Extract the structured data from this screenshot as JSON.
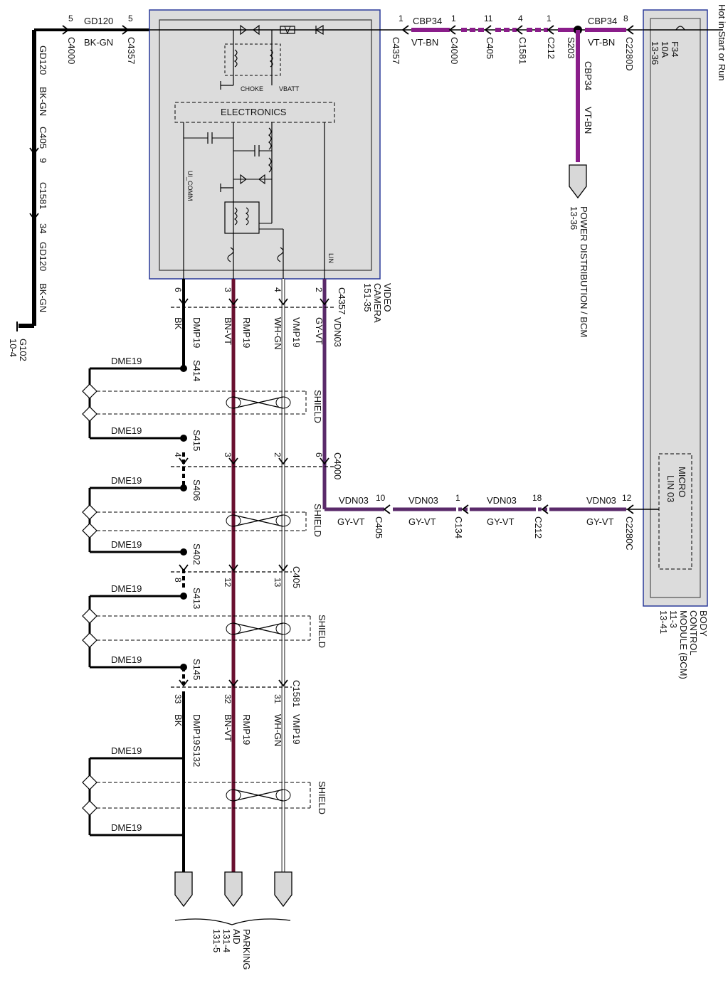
{
  "top": {
    "gd120": "GD120",
    "bk_gn": "BK-GN",
    "pin5a": "5",
    "pin5b": "5",
    "c4000": "C4000",
    "c4357": "C4357",
    "cbp34": "CBP34",
    "vt_bn": "VT-BN",
    "c4357b": "C4357",
    "c4000b": "C4000",
    "c405": "C405",
    "c1581": "C1581",
    "c212": "C212",
    "s203": "S203",
    "c2280d": "C2280D",
    "cbp34b": "CBP34",
    "vt_bn_b": "VT-BN",
    "p1a": "1",
    "p1b": "1",
    "p11": "11",
    "p4": "4",
    "p1c": "1",
    "p8": "8",
    "hot": "Hot in Start or Run",
    "fuse": "F34",
    "fuse_amp": "10A",
    "fuse_ref": "13-36",
    "cbp34_v": "CBP34",
    "vt_bn_v": "VT-BN",
    "power": "POWER DISTRIBUTION / BCM",
    "power_ref": "13-36"
  },
  "left": {
    "gd120": "GD120",
    "bk_gn": "BK-GN",
    "c405": "C405",
    "nine": "9",
    "c1581": "C1581",
    "n34": "34",
    "gd120b": "GD120",
    "bk_gn_b": "BK-GN",
    "g102": "G102",
    "g102_ref": "10-4"
  },
  "camera": {
    "choke": "CHOKE",
    "vbatt": "VBATT",
    "electronics": "ELECTRONICS",
    "ui_comm": "UI_COMM",
    "lin": "LIN",
    "title1": "VIDEO",
    "title2": "CAMERA",
    "title3": "151-35",
    "c4357": "C4357"
  },
  "wires": {
    "p6": "6",
    "p3": "3",
    "p4": "4",
    "p2": "2",
    "bk": "BK",
    "dmp19": "DMP19",
    "bn_vt": "BN-VT",
    "rmp19": "RMP19",
    "wh_gn": "WH-GN",
    "vmp19": "VMP19",
    "gy_vt": "GY-VT",
    "vdn03": "VDN03",
    "dme19_1": "DME19",
    "s414": "S414",
    "shield1": "SHIELD",
    "dme19_2": "DME19",
    "s415": "S415",
    "p4b": "4",
    "p3b": "3",
    "p2b": "2",
    "p6b": "6",
    "c4000": "C4000",
    "dme19_3": "DME19",
    "s406": "S406",
    "shield2": "SHIELD",
    "dme19_4": "DME19",
    "s402": "S402",
    "p8": "8",
    "p12": "12",
    "p13": "13",
    "c405": "C405",
    "dme19_5": "DME19",
    "s413": "S413",
    "shield3": "SHIELD",
    "dme19_6": "DME19",
    "s145": "S145",
    "p33": "33",
    "p32": "32",
    "p31": "31",
    "c1581": "C1581",
    "bk2": "BK",
    "dmp19b": "DMP19",
    "s132": "S132",
    "bn_vt2": "BN-VT",
    "rmp19b": "RMP19",
    "wh_gn2": "WH-GN",
    "vmp19b": "VMP19",
    "dme19_7": "DME19",
    "shield4": "SHIELD",
    "dme19_8": "DME19",
    "park1": "PARKING",
    "park2": "AID",
    "park3": "131-4",
    "park4": "131-5"
  },
  "lin": {
    "vdn03a": "VDN03",
    "gyvta": "GY-VT",
    "p10": "10",
    "c405": "C405",
    "vdn03b": "VDN03",
    "gyvtb": "GY-VT",
    "p1": "1",
    "c134": "C134",
    "vdn03c": "VDN03",
    "gyvtc": "GY-VT",
    "p18": "18",
    "c212": "C212",
    "vdn03d": "VDN03",
    "gyvtd": "GY-VT",
    "p12": "12",
    "c2280c": "C2280C"
  },
  "bcm": {
    "micro": "MICRO",
    "lin03": "LIN 03",
    "t1": "BODY",
    "t2": "CONTROL",
    "t3": "MODULE (BCM)",
    "t4": "11-3",
    "t5": "13-41"
  }
}
